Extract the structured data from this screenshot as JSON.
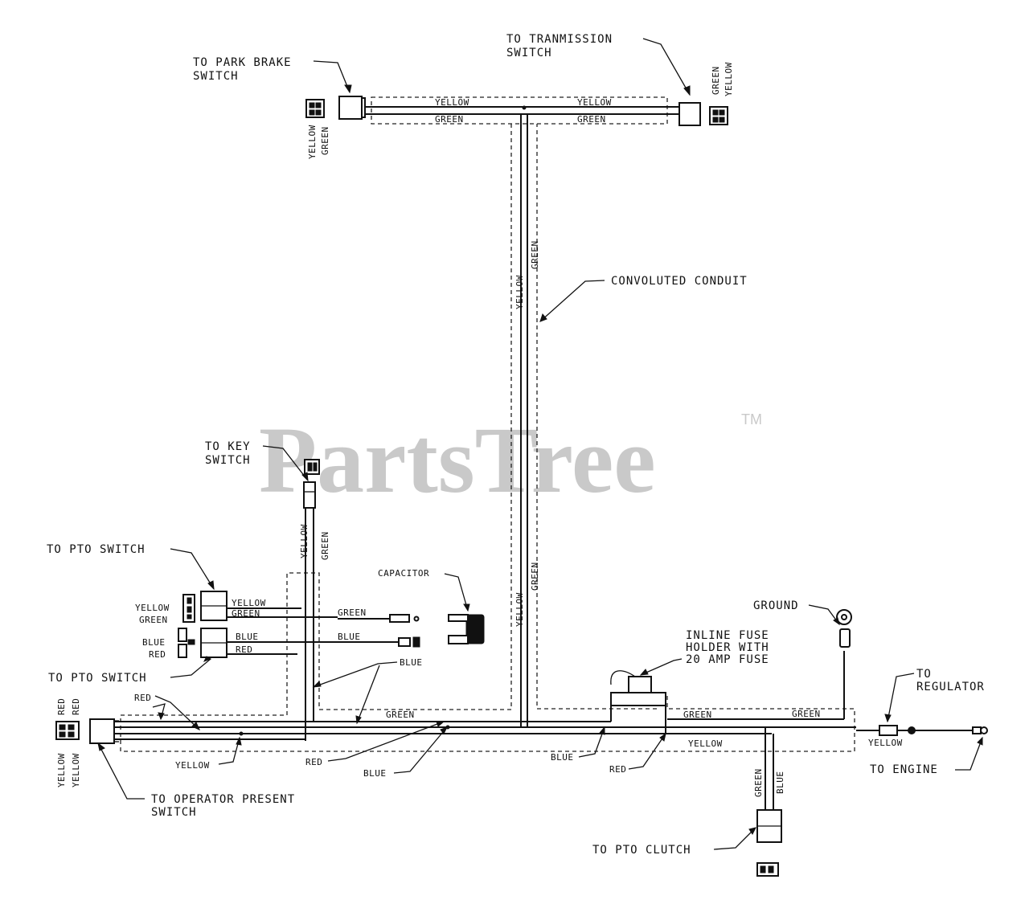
{
  "watermark": {
    "text": "PartsTree",
    "tm": "TM"
  },
  "labels": {
    "park_brake": [
      "TO PARK BRAKE",
      "SWITCH"
    ],
    "transmission": [
      "TO TRANMISSION",
      "SWITCH"
    ],
    "conduit": "CONVOLUTED CONDUIT",
    "key_switch": [
      "TO KEY",
      "SWITCH"
    ],
    "pto_switch_1": "TO PTO SWITCH",
    "pto_switch_2": "TO PTO SWITCH",
    "capacitor": "CAPACITOR",
    "ground": "GROUND",
    "inline_fuse": [
      "INLINE FUSE",
      "HOLDER WITH",
      "20 AMP FUSE"
    ],
    "regulator": [
      "TO",
      "REGULATOR"
    ],
    "engine": "TO ENGINE",
    "operator_present": [
      "TO OPERATOR PRESENT",
      "SWITCH"
    ],
    "pto_clutch": "TO PTO CLUTCH"
  },
  "wires": {
    "yellow": "YELLOW",
    "green": "GREEN",
    "blue": "BLUE",
    "red": "RED"
  }
}
